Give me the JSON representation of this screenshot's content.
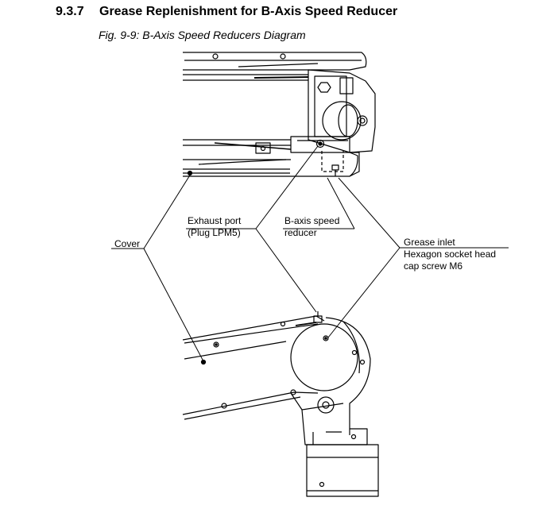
{
  "section": {
    "number": "9.3.7",
    "title": "Grease Replenishment for B-Axis Speed Reducer"
  },
  "figure": {
    "caption": "Fig. 9-9: B-Axis Speed Reducers Diagram"
  },
  "labels": {
    "exhaust_port_line1": "Exhaust port",
    "exhaust_port_line2": "(Plug LPM5)",
    "reducer_line1": "B-axis speed",
    "reducer_line2": "reducer",
    "cover": "Cover",
    "grease_inlet_line1": "Grease inlet",
    "grease_inlet_line2": "Hexagon socket head",
    "grease_inlet_line3": "cap screw M6"
  }
}
